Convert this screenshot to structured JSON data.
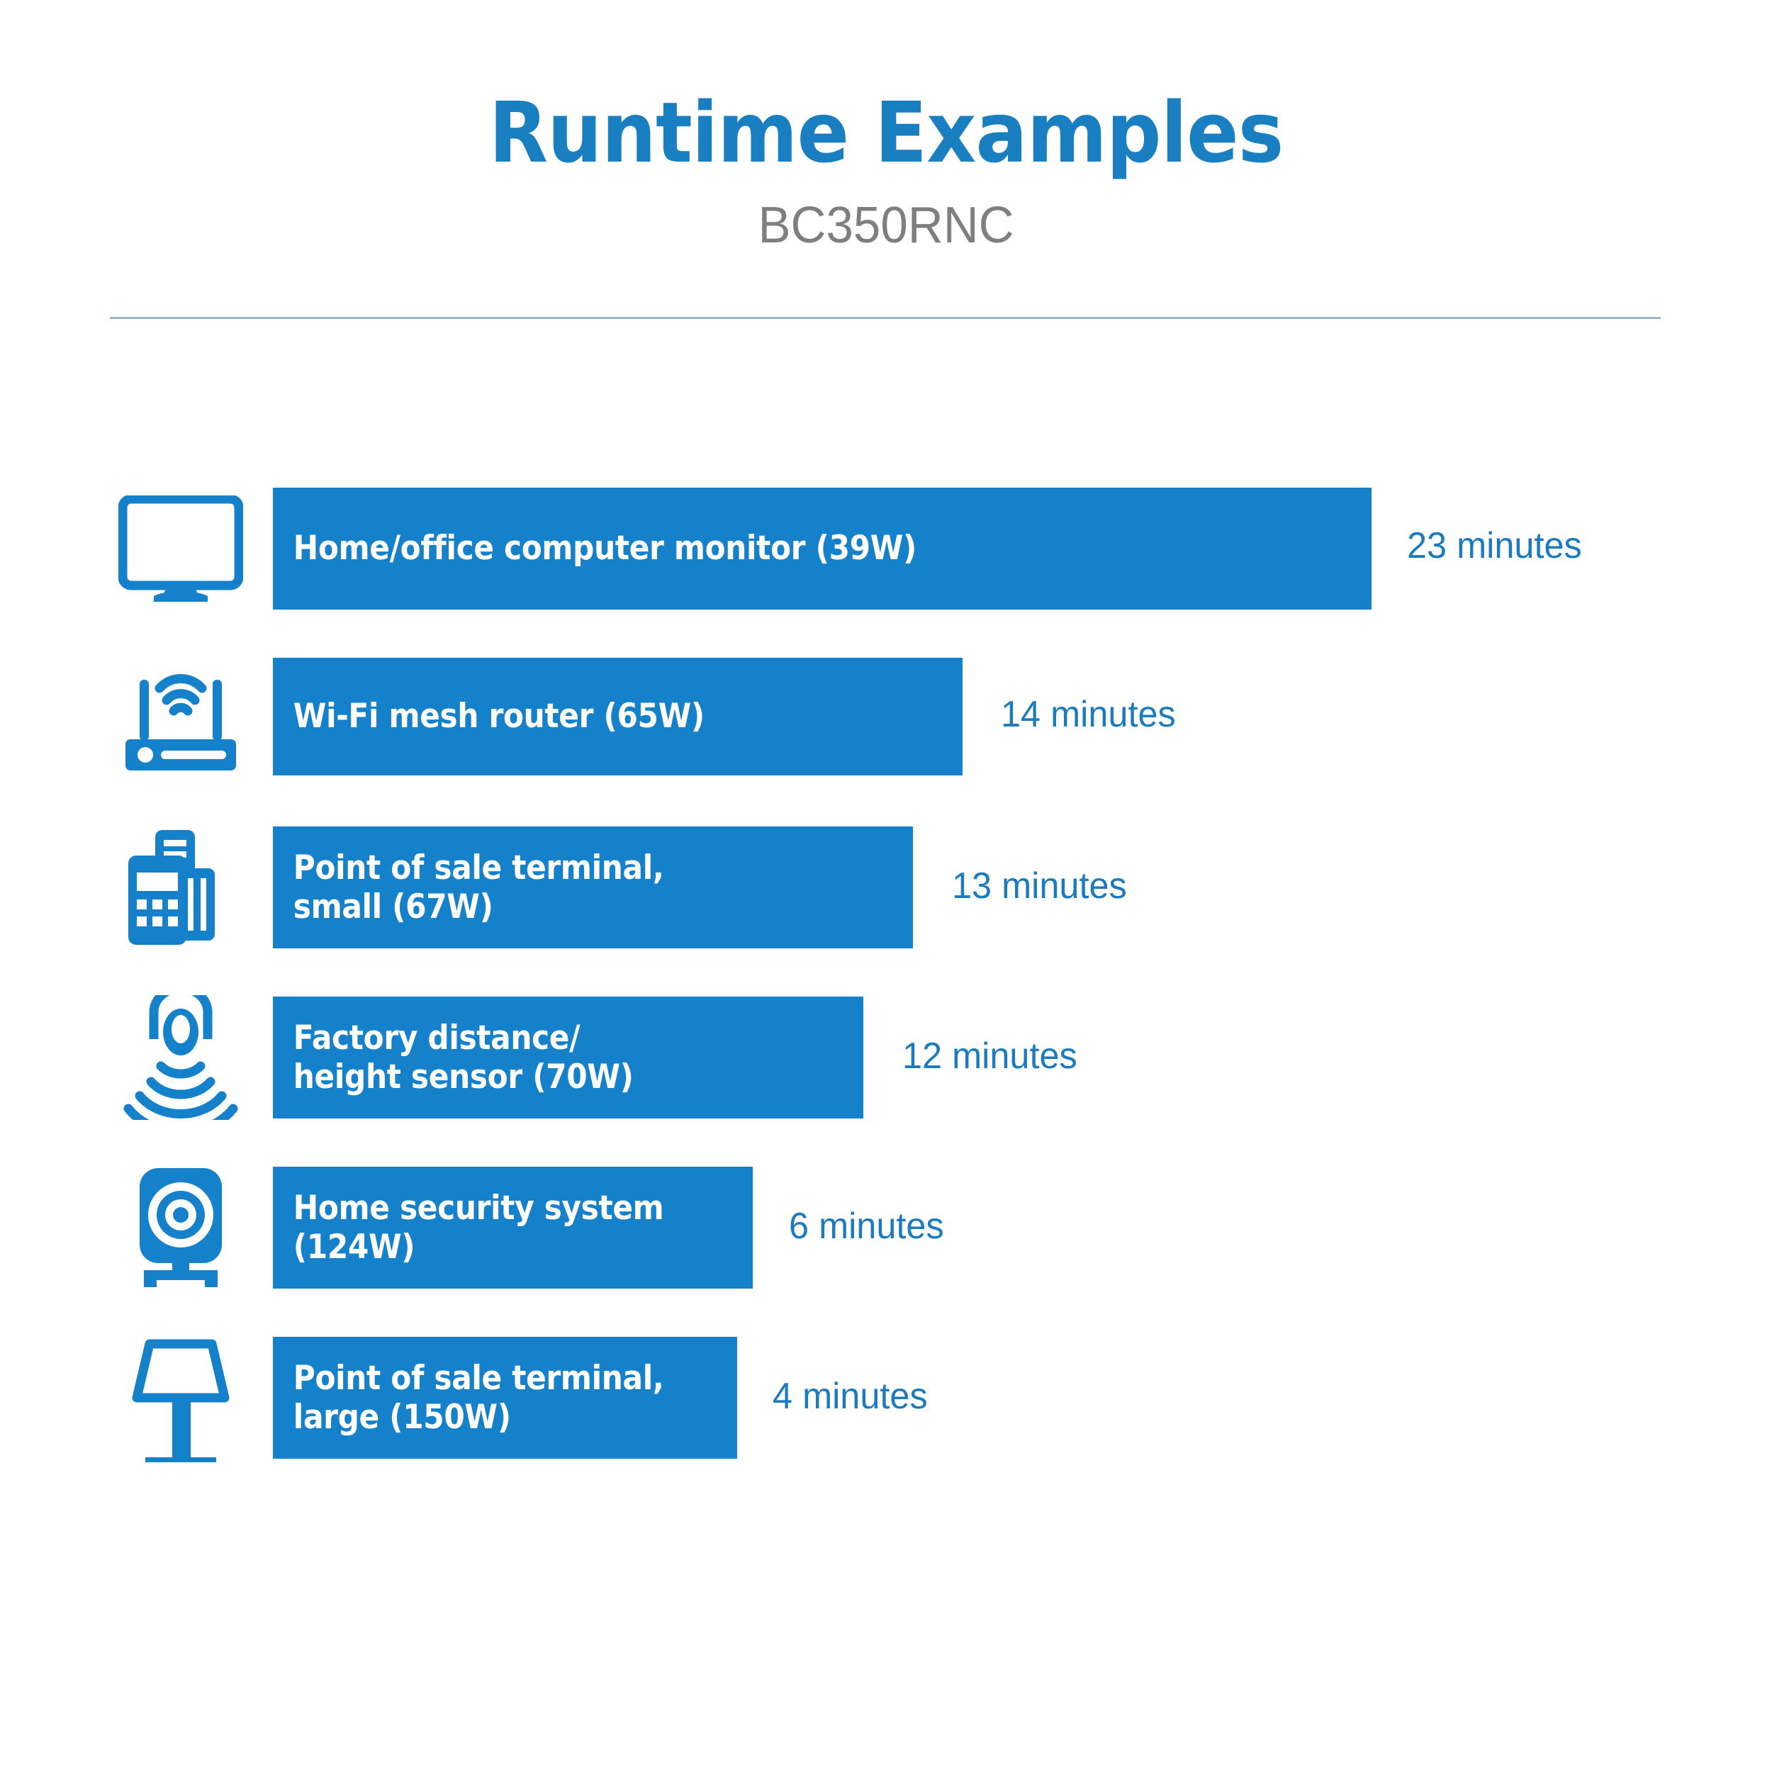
{
  "header": {
    "title": "Runtime Examples",
    "subtitle": "BC350RNC"
  },
  "colors": {
    "bar_blue": "#1681cb",
    "title_blue": "#1a7fc1",
    "value_blue": "#1b7bbd",
    "subtitle_gray": "#7f7f7f",
    "divider": "#6f93b4",
    "bar_text": "#ffffff",
    "background": "#ffffff"
  },
  "chart_data": {
    "type": "bar",
    "orientation": "horizontal",
    "title": "Runtime Examples",
    "subtitle": "BC350RNC",
    "xlabel": "",
    "ylabel": "",
    "unit": "minutes",
    "grid": false,
    "legend": null,
    "categories": [
      "Home/office computer monitor (39W)",
      "Wi-Fi mesh router (65W)",
      "Point of sale terminal, small (67W)",
      "Factory distance/height sensor (70W)",
      "Home security system (124W)",
      "Point of sale terminal, large (150W)"
    ],
    "values": [
      23,
      14,
      13,
      12,
      6,
      4
    ],
    "value_labels": [
      "23 minutes",
      "14 minutes",
      "13 minutes",
      "12 minutes",
      "6 minutes",
      "4 minutes"
    ],
    "watts": [
      39,
      65,
      67,
      70,
      124,
      150
    ],
    "xlim": [
      0,
      23
    ]
  },
  "rows": [
    {
      "icon": "computer-monitor-icon",
      "label": "Home/office computer monitor (39W)",
      "value_label": "23 minutes",
      "minutes": 23,
      "watts": 39
    },
    {
      "icon": "wifi-router-icon",
      "label": "Wi-Fi mesh router (65W)",
      "value_label": "14 minutes",
      "minutes": 14,
      "watts": 65
    },
    {
      "icon": "pos-terminal-small-icon",
      "label": "Point of sale terminal,\nsmall (67W)",
      "value_label": "13 minutes",
      "minutes": 13,
      "watts": 67
    },
    {
      "icon": "proximity-sensor-icon",
      "label": "Factory distance/\nheight sensor (70W)",
      "value_label": "12 minutes",
      "minutes": 12,
      "watts": 70
    },
    {
      "icon": "security-camera-icon",
      "label": "Home security system\n(124W)",
      "value_label": "6 minutes",
      "minutes": 6,
      "watts": 124
    },
    {
      "icon": "pos-kiosk-large-icon",
      "label": "Point of sale terminal,\nlarge (150W)",
      "value_label": "4 minutes",
      "minutes": 4,
      "watts": 150
    }
  ]
}
